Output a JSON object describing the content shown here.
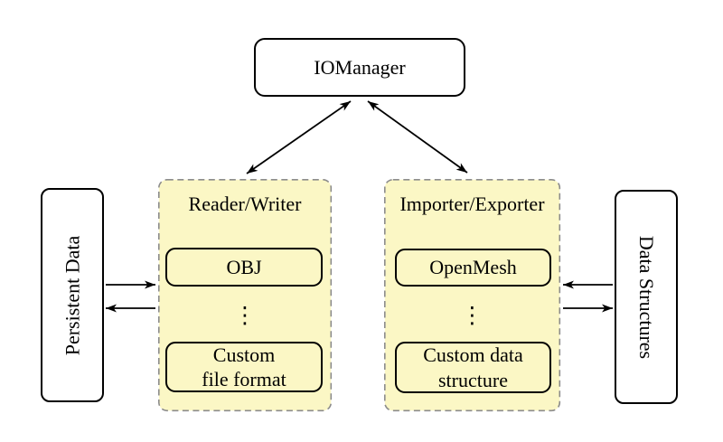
{
  "io_manager": {
    "label": "IOManager"
  },
  "left_box": {
    "label": "Persistent Data"
  },
  "right_box": {
    "label": "Data Structures"
  },
  "reader_writer": {
    "title": "Reader/Writer",
    "top_item": "OBJ",
    "ellipsis": "⋮",
    "bottom_item": "Custom\nfile format"
  },
  "importer_exporter": {
    "title": "Importer/Exporter",
    "top_item": "OpenMesh",
    "ellipsis": "⋮",
    "bottom_item": "Custom data\nstructure"
  },
  "colors": {
    "container_fill": "#FBF7C5",
    "container_border": "#8C8C8C",
    "node_border": "#000000",
    "node_fill": "#FFFFFF",
    "arrow": "#000000"
  }
}
